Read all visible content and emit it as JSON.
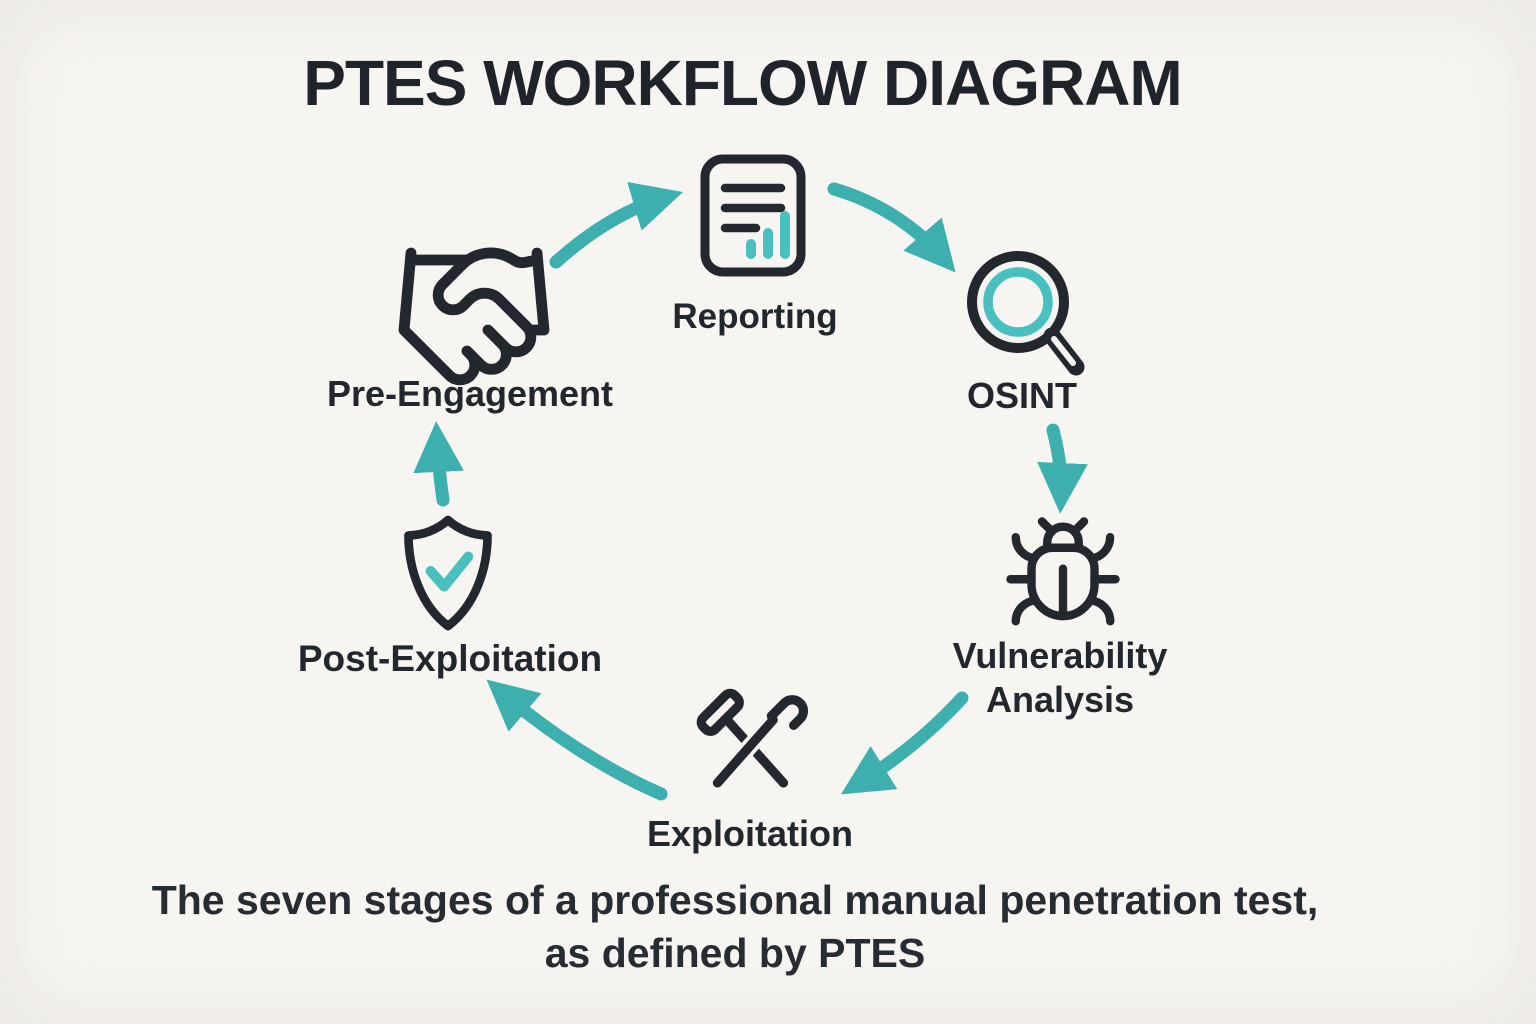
{
  "title": "PTES WORKFLOW DIAGRAM",
  "caption": {
    "line1": "The seven stages of a professional manual penetration test,",
    "line2": "as defined by PTES"
  },
  "stages": [
    {
      "label": "Pre-Engagement",
      "icon": "handshake-icon"
    },
    {
      "label": "Reporting",
      "icon": "report-document-icon"
    },
    {
      "label": "OSINT",
      "icon": "magnifying-glass-icon"
    },
    {
      "label": "Vulnerability Analysis",
      "icon": "bug-icon"
    },
    {
      "label": "Exploitation",
      "icon": "crossed-tools-icon"
    },
    {
      "label": "Post-Exploitation",
      "icon": "shield-check-icon"
    }
  ],
  "flow": [
    "Pre-Engagement → Reporting",
    "Reporting → OSINT",
    "OSINT → Vulnerability Analysis",
    "Vulnerability Analysis → Exploitation",
    "Exploitation → Post-Exploitation",
    "Post-Exploitation → Pre-Engagement"
  ],
  "colors": {
    "arrow_teal": "#3EAFAF",
    "icon_accent_teal": "#49BFC0",
    "icon_dark": "#23282F",
    "text_dark": "#22272E",
    "background": "#F7F5F2"
  }
}
